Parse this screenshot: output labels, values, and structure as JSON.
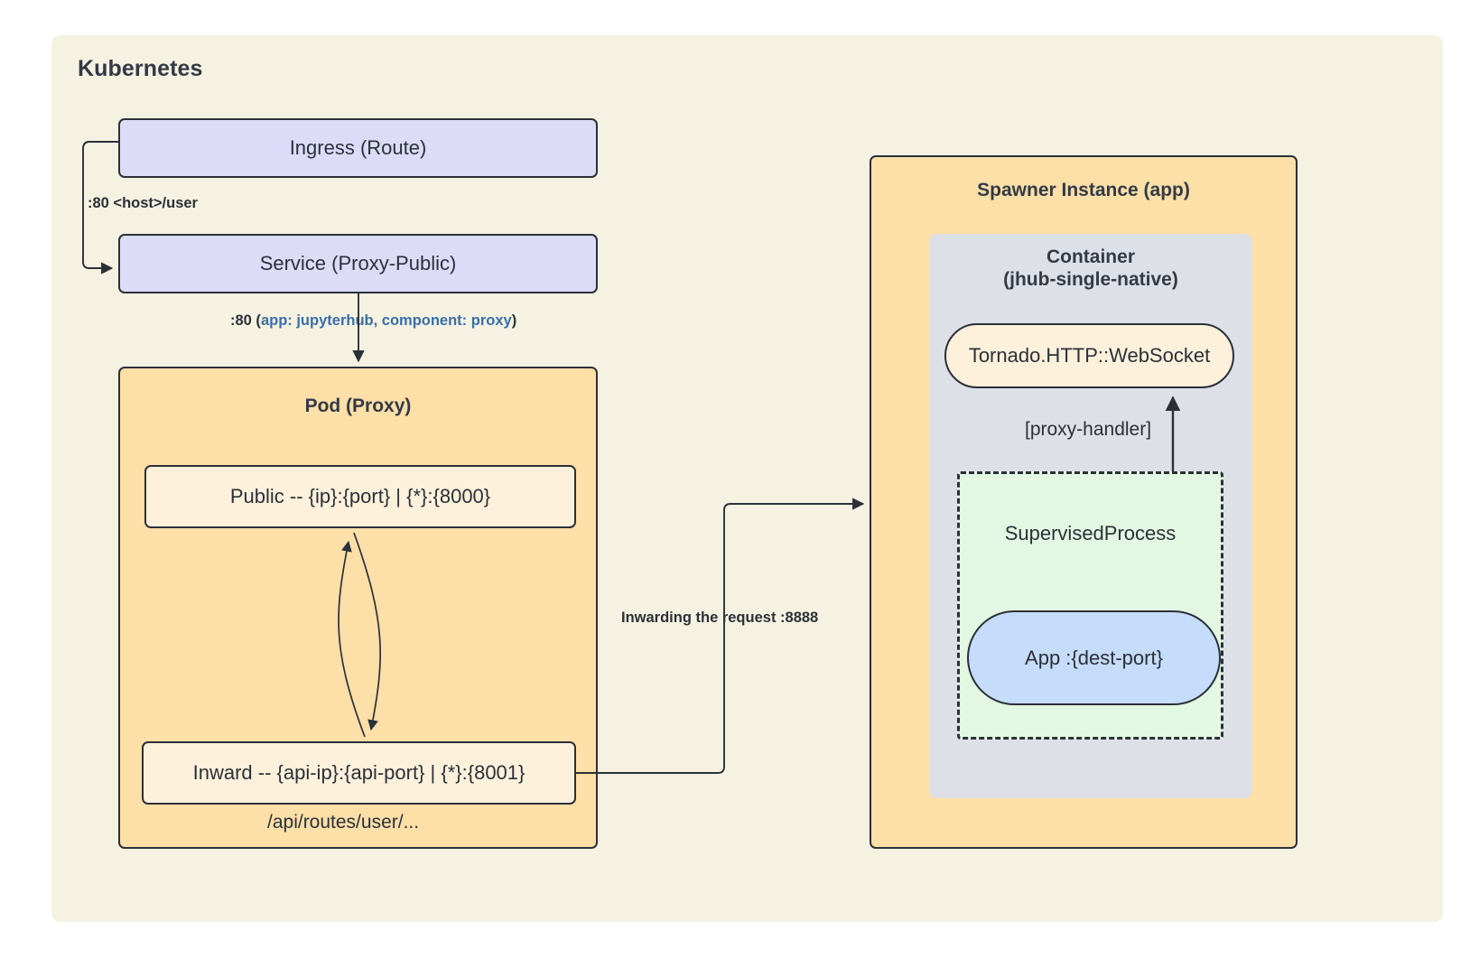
{
  "diagram": {
    "title": "Kubernetes",
    "background_color": "#f5f2e2",
    "canvas_color": "#ffffff"
  },
  "nodes": {
    "ingress": {
      "label": "Ingress (Route)",
      "fill": "#dcdcf8"
    },
    "service": {
      "label": "Service (Proxy-Public)",
      "fill": "#dcdcf8"
    },
    "pod_proxy": {
      "title": "Pod (Proxy)",
      "fill": "#fddfa8"
    },
    "public_listener": {
      "label": "Public -- {ip}:{port} | {*}:{8000}",
      "fill": "#fdf1dc"
    },
    "inward_listener": {
      "label": "Inward -- {api-ip}:{api-port} | {*}:{8001}",
      "fill": "#fdf1dc"
    },
    "api_routes_caption": {
      "label": "/api/routes/user/..."
    },
    "spawner": {
      "title": "Spawner Instance (app)",
      "fill": "#fddfa8"
    },
    "container": {
      "title_line1": "Container",
      "title_line2": "(jhub-single-native)",
      "fill": "#dde0e6"
    },
    "tornado": {
      "label": "Tornado.HTTP::WebSocket",
      "fill": "#fdf1dc"
    },
    "supervised": {
      "label": "SupervisedProcess",
      "fill": "#e2f8e2"
    },
    "app": {
      "label": "App :{dest-port}",
      "fill": "#c5dcfa"
    }
  },
  "edges": {
    "ingress_to_service": {
      "label": ":80 <host>/user"
    },
    "service_to_pod": {
      "label_prefix": ":80 (",
      "label_accent": "app: jupyterhub, component: proxy",
      "label_suffix": ")",
      "accent_color": "#3a6ea8"
    },
    "inward_to_spawner": {
      "label": "Inwarding the request :8888"
    },
    "supervised_to_tornado": {
      "label": "[proxy-handler]"
    }
  }
}
